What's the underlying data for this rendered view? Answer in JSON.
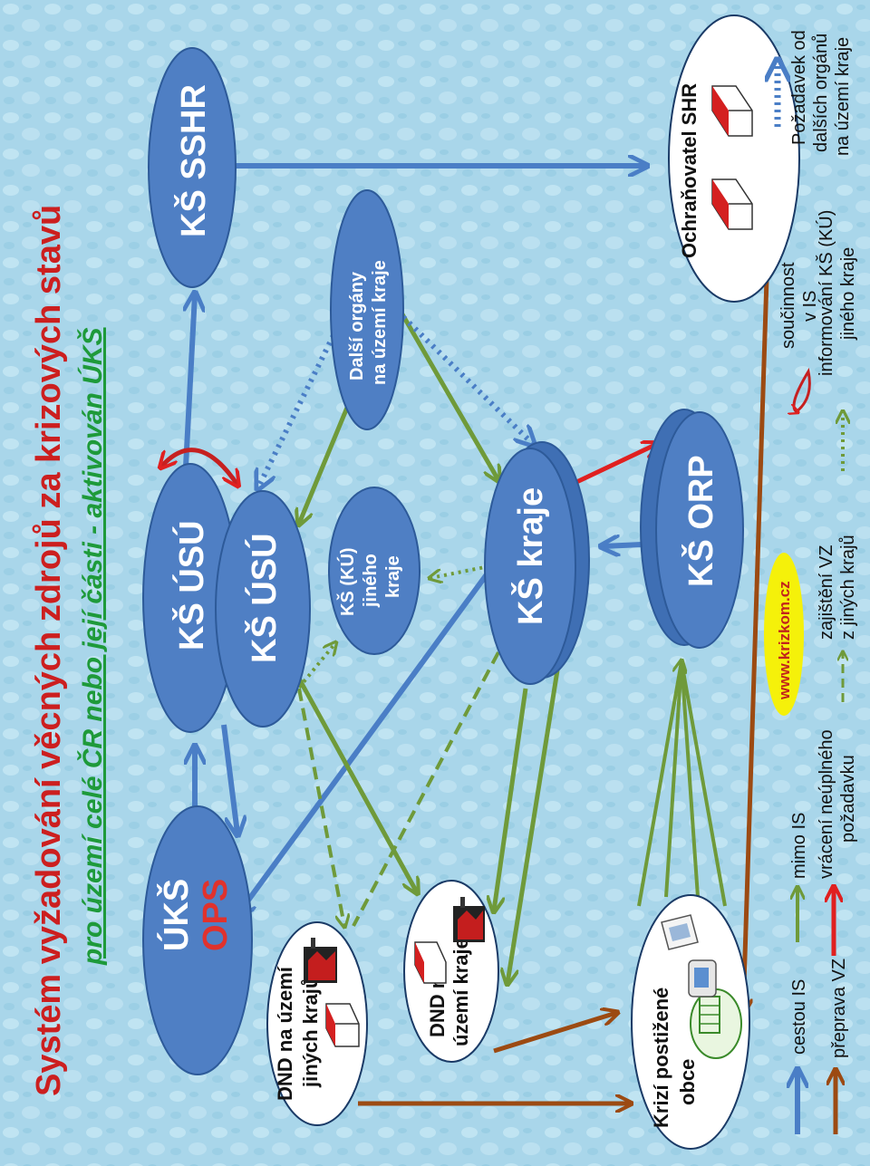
{
  "title": "Systém vyžadování věcných zdrojů za krizových stavů",
  "subtitle": "pro území celé ČR nebo její části - aktivován ÚKŠ",
  "nodes": {
    "uks": "ÚKŠ",
    "ops": "OPS",
    "ksusu_1": "KŠ ÚSÚ",
    "ksusu_2": "KŠ ÚSÚ",
    "kssshr": "KŠ SSHR",
    "dalsi_organy_1": "Další orgány",
    "dalsi_organy_2": "na území kraje",
    "ksku_1": "KŠ (KÚ)",
    "ksku_2": "jiného",
    "ksku_3": "kraje",
    "kskraje": "KŠ kraje",
    "ksorp": "KŠ ORP",
    "dnd_jine_1": "DND na území",
    "dnd_jine_2": "jiných krajů",
    "dnd_kraj_1": "DND na",
    "dnd_kraj_2": "území kraje",
    "obce_1": "Krizí postižené",
    "obce_2": "obce",
    "shr": "Ochraňovatel SHR"
  },
  "legend": {
    "cestou_is": "cestou IS",
    "mimo_is": "mimo IS",
    "soucinnost_1": "součinnost",
    "soucinnost_2": "v IS",
    "pozadavek_1": "Požadavek od",
    "pozadavek_2": "dalších orgánů",
    "pozadavek_3": "na území kraje",
    "preprava": "přeprava VZ",
    "vraceni_1": "vrácení neúplného",
    "vraceni_2": "požadavku",
    "zajisteni_1": "zajištění  VZ",
    "zajisteni_2": "z jiných krajů",
    "informovani_1": "informování KŠ (KÚ)",
    "informovani_2": "jiného kraje",
    "web": "www.krizkom.cz"
  },
  "colors": {
    "node_blue": "#4f7fc4",
    "arrow_blue": "#4a7ec6",
    "arrow_green": "#6f9a3a",
    "arrow_brown": "#9c4a12",
    "arrow_red": "#e02020",
    "title_red": "#cc1f1f",
    "subtitle_green": "#1e9a3a",
    "web_yellow": "#f5f10a",
    "background": "#a9d6ea"
  }
}
